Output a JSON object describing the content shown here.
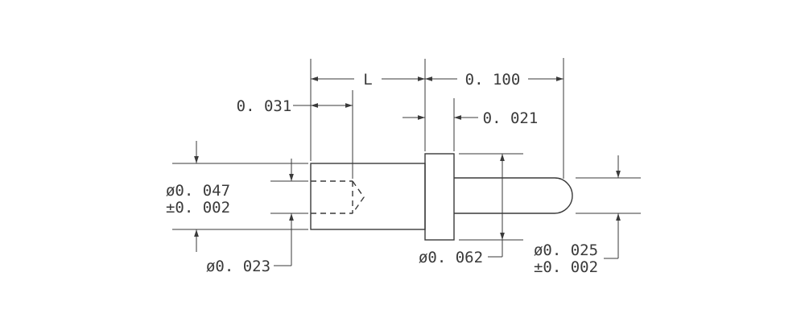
{
  "labels": {
    "L": "L",
    "d100": "0. 100",
    "d031": "0. 031",
    "d021": "0. 021",
    "d047": "ø0. 047",
    "d047_tol": "±0. 002",
    "d023": "ø0. 023",
    "d062": "ø0. 062",
    "d025": "ø0. 025",
    "d025_tol": "±0. 002"
  }
}
